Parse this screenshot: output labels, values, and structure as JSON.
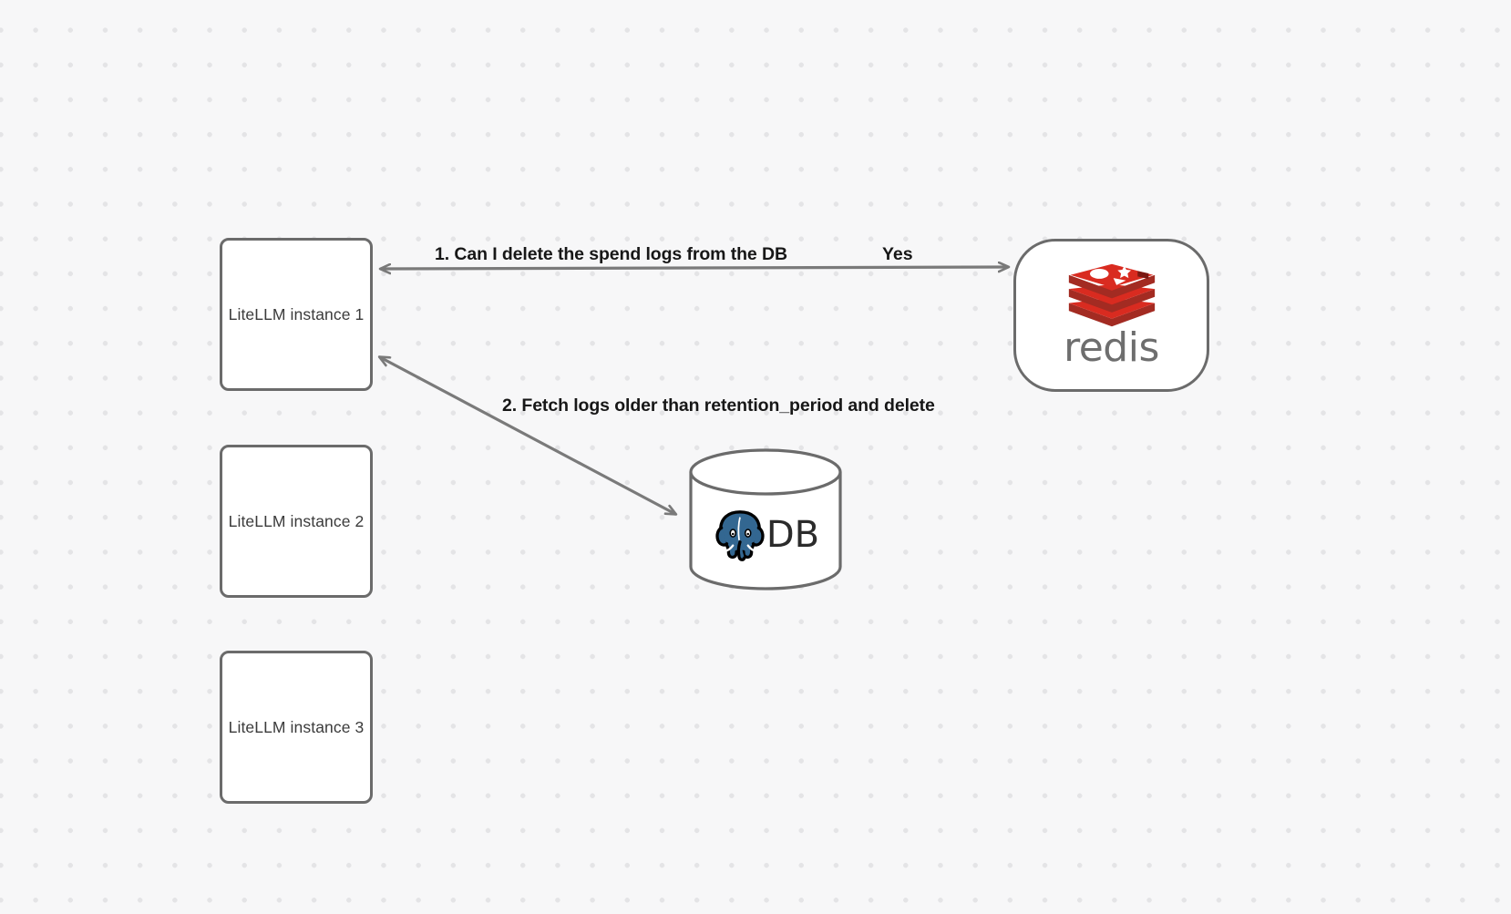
{
  "canvas": {
    "background_color": "#f7f7f8",
    "grid_dot_color": "#e4e4e6"
  },
  "nodes": {
    "instances": [
      {
        "id": "litellm-instance-1",
        "label": "LiteLLM instance 1"
      },
      {
        "id": "litellm-instance-2",
        "label": "LiteLLM instance 2"
      },
      {
        "id": "litellm-instance-3",
        "label": "LiteLLM instance 3"
      }
    ],
    "redis": {
      "id": "redis-node",
      "wordmark": "redis",
      "icon_name": "redis-logo-icon",
      "logo_color_light": "#d92b20",
      "logo_color_dark": "#a32b22",
      "wordmark_color": "#6e6e6e"
    },
    "database": {
      "id": "database-node",
      "label": "DB",
      "icon_name": "postgresql-elephant-icon",
      "elephant_color": "#336791",
      "shape": "cylinder"
    }
  },
  "edges": [
    {
      "id": "edge-instance1-redis",
      "from": "litellm-instance-1",
      "to": "redis-node",
      "direction": "bidirectional",
      "label": "1.  Can I delete the spend logs from the DB",
      "secondary_label": "Yes"
    },
    {
      "id": "edge-instance1-database",
      "from": "litellm-instance-1",
      "to": "database-node",
      "direction": "bidirectional",
      "label": "2.  Fetch logs older than retention_period and delete"
    }
  ],
  "stroke": {
    "node_border_color": "#6b6b6b",
    "connector_color": "#7a7a7a",
    "node_fill": "#ffffff",
    "node_label_color": "#3b3b3b",
    "edge_label_color": "#171717"
  }
}
